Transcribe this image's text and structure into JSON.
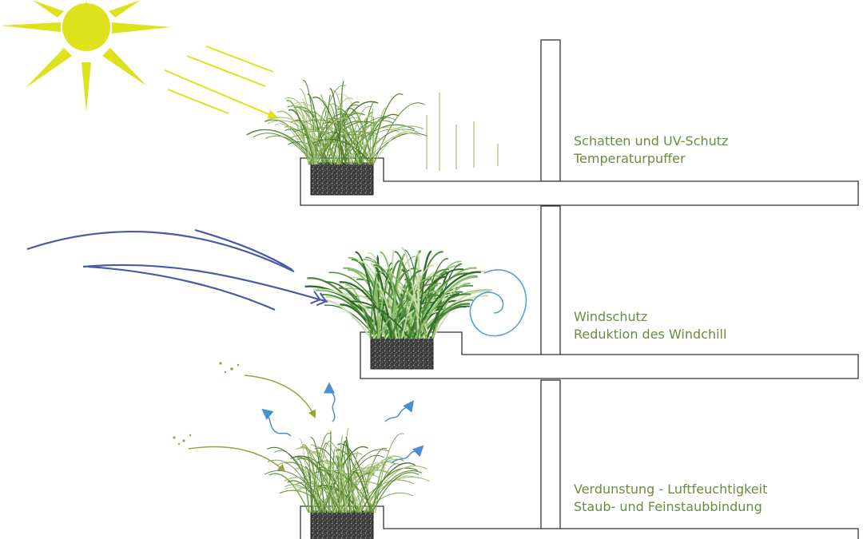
{
  "sections": [
    {
      "line1": "Schatten und UV-Schutz",
      "line2": "Temperaturpuffer"
    },
    {
      "line1": "Windschutz",
      "line2": "Reduktion des Windchill"
    },
    {
      "line1": "Verdunstung - Luftfeuchtigkeit",
      "line2": "Staub- und Feinstaubbindung"
    }
  ],
  "colors": {
    "sun": "#dde21c",
    "wind": "#4a5aa8",
    "swirl": "#5aa0d4",
    "caption": "#6a8c3e",
    "dust": "#9aa23c",
    "moisture": "#4a90d0",
    "grass_light": "#7aa84a",
    "grass_dark": "#2f6b2a",
    "soil": "#3a3a3a",
    "structure": "#333333"
  }
}
